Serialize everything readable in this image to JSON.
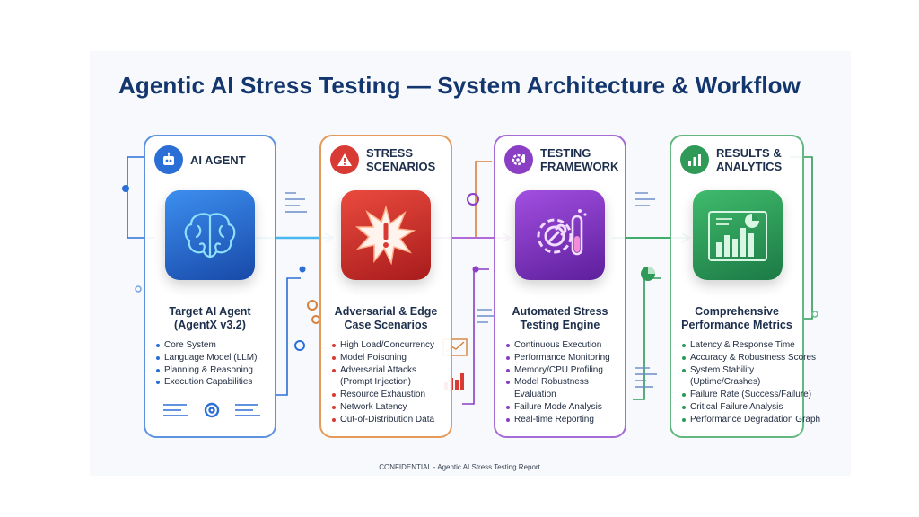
{
  "title": "Agentic AI Stress Testing — System Architecture & Workflow",
  "footer": "CONFIDENTIAL - Agentic AI Stress Testing Report",
  "colors": {
    "agent": "#2b6fd6",
    "stress": "#d83a34",
    "framework": "#8a3fc4",
    "results": "#2f9a57"
  },
  "columns": [
    {
      "key": "agent",
      "heading": "AI AGENT",
      "main_title": [
        "Target AI Agent",
        "(AgentX v3.2)"
      ],
      "items": [
        "Core System",
        "Language Model (LLM)",
        "Planning & Reasoning",
        "Execution Capabilities"
      ]
    },
    {
      "key": "stress",
      "heading": "STRESS SCENARIOS",
      "main_title": [
        "Adversarial & Edge",
        "Case Scenarios"
      ],
      "items": [
        "High Load/Concurrency",
        "Model Poisoning",
        "Adversarial Attacks",
        "(Prompt Injection)",
        "Resource Exhaustion",
        "Network Latency",
        "Out-of-Distribution Data"
      ]
    },
    {
      "key": "framework",
      "heading": "TESTING FRAMEWORK",
      "main_title": [
        "Automated Stress",
        "Testing Engine"
      ],
      "items": [
        "Continuous Execution",
        "Performance Monitoring",
        "Memory/CPU Profiling",
        "Model Robustness",
        "Evaluation",
        "Failure Mode Analysis",
        "Real-time Reporting"
      ]
    },
    {
      "key": "results",
      "heading": "RESULTS & ANALYTICS",
      "main_title": [
        "Comprehensive",
        "Performance Metrics"
      ],
      "items": [
        "Latency & Response Time",
        "Accuracy & Robustness Scores",
        "System Stability",
        "(Uptime/Crashes)",
        "Failure Rate (Success/Failure)",
        "Critical Failure Analysis",
        "Performance Degradation Graph"
      ]
    }
  ]
}
